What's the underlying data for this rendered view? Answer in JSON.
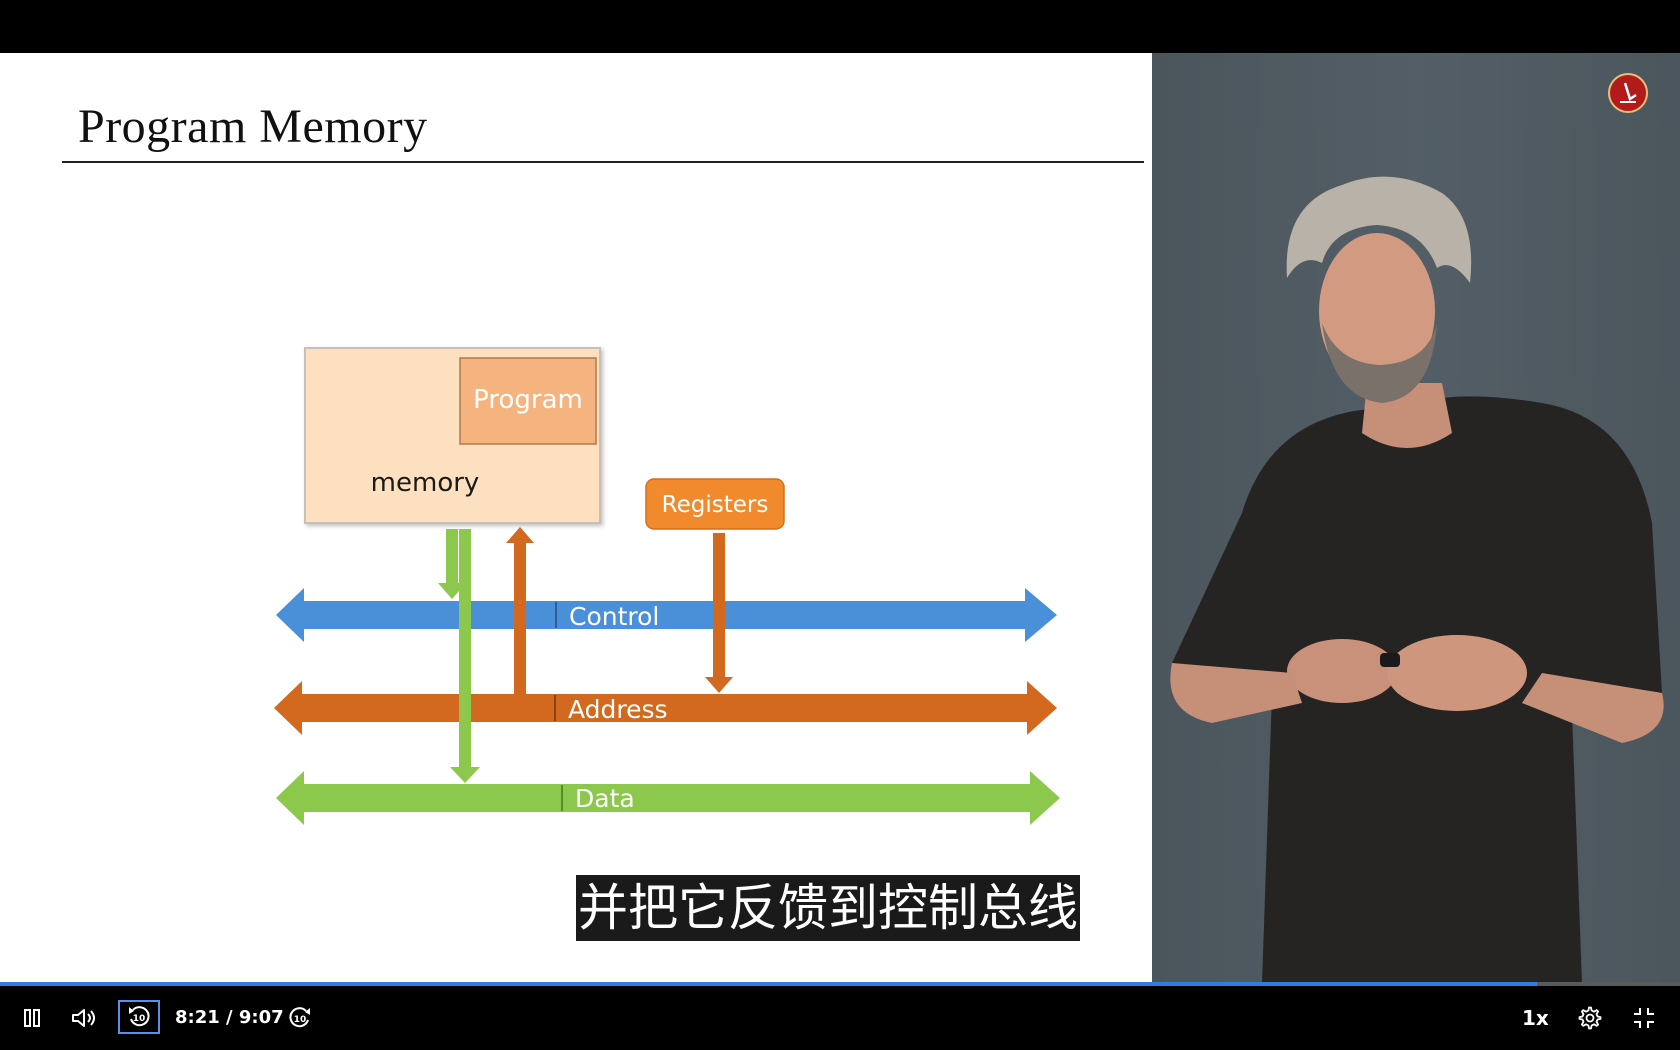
{
  "slide": {
    "title": "Program Memory",
    "diagram": {
      "memory_label": "memory",
      "program_label": "Program",
      "registers_label": "Registers",
      "buses": [
        {
          "name": "Control",
          "color": "#4a90d9"
        },
        {
          "name": "Address",
          "color": "#d2691e"
        },
        {
          "name": "Data",
          "color": "#8cc84b"
        }
      ]
    }
  },
  "subtitle": "并把它反馈到控制总线",
  "player": {
    "current_time": "8:21",
    "duration": "9:07",
    "time_display": "8:21 / 9:07",
    "progress": 0.915,
    "speed": "1x",
    "skip_seconds": "10",
    "accent_color": "#2f7de1"
  }
}
